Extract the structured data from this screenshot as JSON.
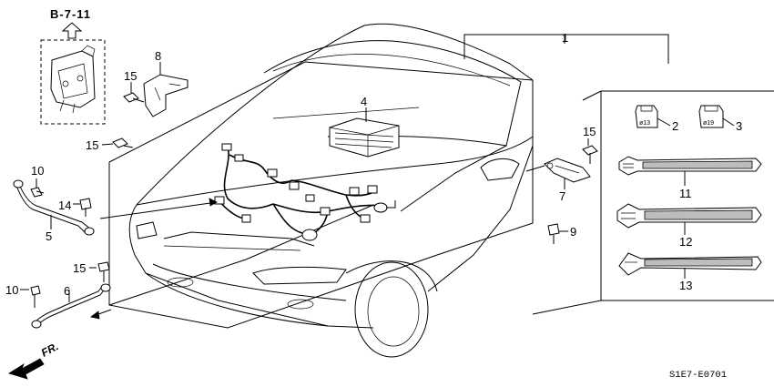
{
  "diagram": {
    "ref_label": "B-7-11",
    "diagram_code": "S1E7-E0701",
    "direction_label": "FR.",
    "parts": {
      "p1": "1",
      "p2": "2",
      "p3": "3",
      "p4": "4",
      "p5": "5",
      "p6": "6",
      "p7": "7",
      "p8": "8",
      "p9": "9",
      "p10a": "10",
      "p10b": "10",
      "p11": "11",
      "p12": "12",
      "p13": "13",
      "p14": "14",
      "p15a": "15",
      "p15b": "15",
      "p15c": "15",
      "p15d": "15"
    },
    "clip_marks": {
      "clip2": "ø13",
      "clip3": "ø19"
    }
  }
}
